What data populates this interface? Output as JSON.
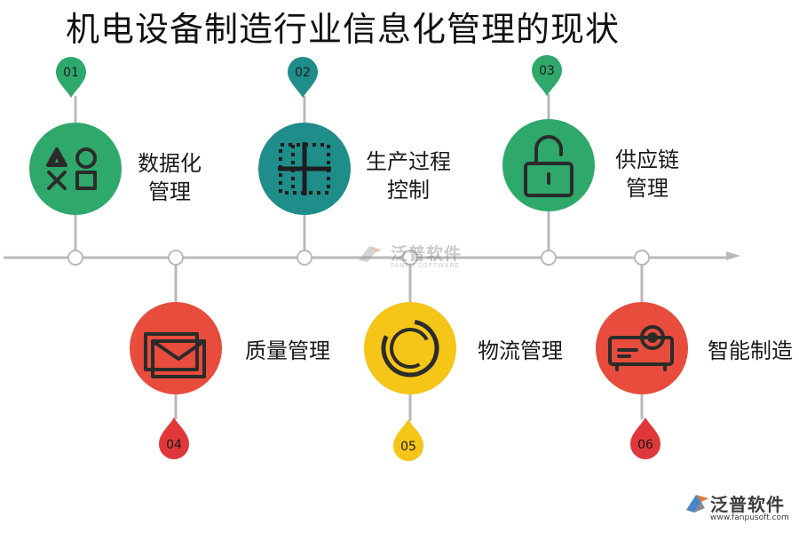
{
  "title": "机电设备制造行业信息化管理的现状",
  "items": [
    {
      "num": "01",
      "line1": "数据化",
      "line2": "管理",
      "icon": "shapes-icon",
      "color": "#2fa96b",
      "pin_color": "#2fa96b"
    },
    {
      "num": "02",
      "line1": "生产过程",
      "line2": "控制",
      "icon": "grid-icon",
      "color": "#1f8d89",
      "pin_color": "#1f8d89"
    },
    {
      "num": "03",
      "line1": "供应链",
      "line2": "管理",
      "icon": "unlock-icon",
      "color": "#2fa96b",
      "pin_color": "#2fa96b"
    },
    {
      "num": "04",
      "line1": "质量管理",
      "line2": "",
      "icon": "mail-icon",
      "color": "#e74c3c",
      "pin_color": "#e0383a"
    },
    {
      "num": "05",
      "line1": "物流管理",
      "line2": "",
      "icon": "circle-icon",
      "color": "#f5c518",
      "pin_color": "#f5c518"
    },
    {
      "num": "06",
      "line1": "智能制造",
      "line2": "",
      "icon": "projector-icon",
      "color": "#e74c3c",
      "pin_color": "#e0383a"
    }
  ],
  "watermark": {
    "cn": "泛普软件",
    "en": "FANPU SOFTWARE"
  },
  "logo": {
    "cn": "泛普软件",
    "url": "www.fanpusoft.com"
  },
  "colors": {
    "timeline": "#b9b9b9",
    "green": "#2fa96b",
    "teal": "#1f8d89",
    "red": "#e74c3c",
    "yellow": "#f5c518"
  }
}
